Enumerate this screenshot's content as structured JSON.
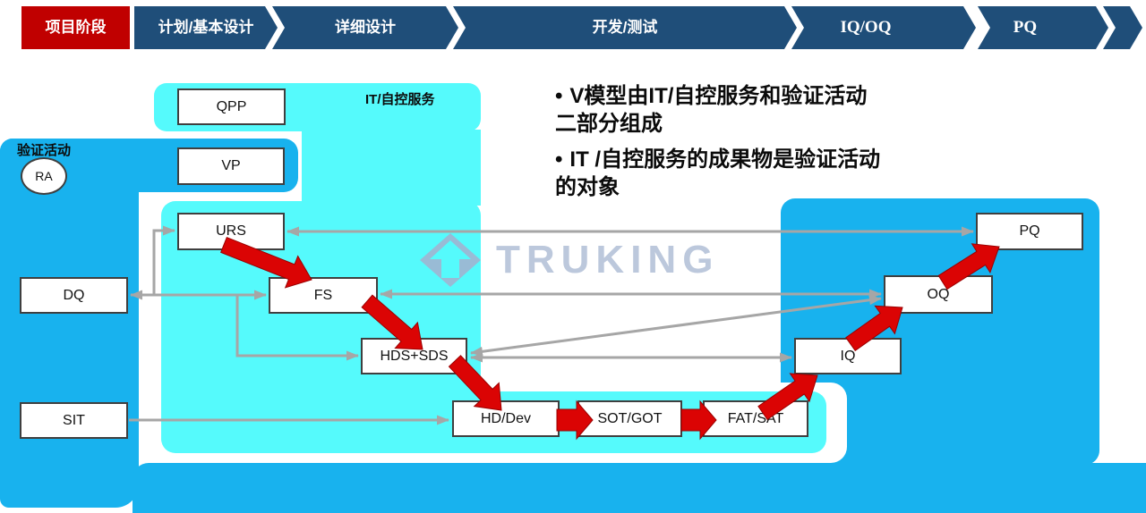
{
  "header": {
    "phases": [
      {
        "label": "项目阶段",
        "active": true
      },
      {
        "label": "计划/基本设计",
        "active": false
      },
      {
        "label": "详细设计",
        "active": false
      },
      {
        "label": "开发/测试",
        "active": false
      },
      {
        "label": "IQ/OQ",
        "active": false
      },
      {
        "label": "PQ",
        "active": false
      }
    ]
  },
  "regions": {
    "it_service_label": "IT/自控服务",
    "validation_label": "验证活动"
  },
  "nodes": {
    "qpp": "QPP",
    "vp": "VP",
    "urs": "URS",
    "dq": "DQ",
    "fs": "FS",
    "hds": "HDS+SDS",
    "sit": "SIT",
    "hddev": "HD/Dev",
    "sotgot": "SOT/GOT",
    "fatsat": "FAT/SAT",
    "iq": "IQ",
    "oq": "OQ",
    "pq": "PQ",
    "ra": "RA"
  },
  "bullets": {
    "glyph": "•",
    "items": [
      {
        "line1": "V模型由IT/自控服务和验证活动",
        "line2": "二部分组成"
      },
      {
        "line1": "IT /自控服务的成果物是验证活动",
        "line2": "的对象"
      }
    ]
  },
  "logo": {
    "text": "TRUKING"
  },
  "diagram_semantics": {
    "flow_sequence": [
      "URS",
      "FS",
      "HDS+SDS",
      "HD/Dev",
      "SOT/GOT",
      "FAT/SAT",
      "IQ",
      "OQ",
      "PQ"
    ],
    "mappings": [
      "URS↔PQ",
      "DQ↔FS",
      "DQ→URS",
      "DQ→HDS+SDS",
      "FS↔OQ",
      "HDS+SDS↔OQ",
      "HDS+SDS↔IQ",
      "SIT→HD/Dev"
    ]
  },
  "colors": {
    "header_blue": "#1F4E79",
    "header_red": "#C00000",
    "region_blue": "#18B2EE",
    "region_cyan": "#55FAFC",
    "arrow_red": "#DB0404",
    "arrow_gray": "#A6A6A6",
    "watermark": "#B7C4DA"
  }
}
